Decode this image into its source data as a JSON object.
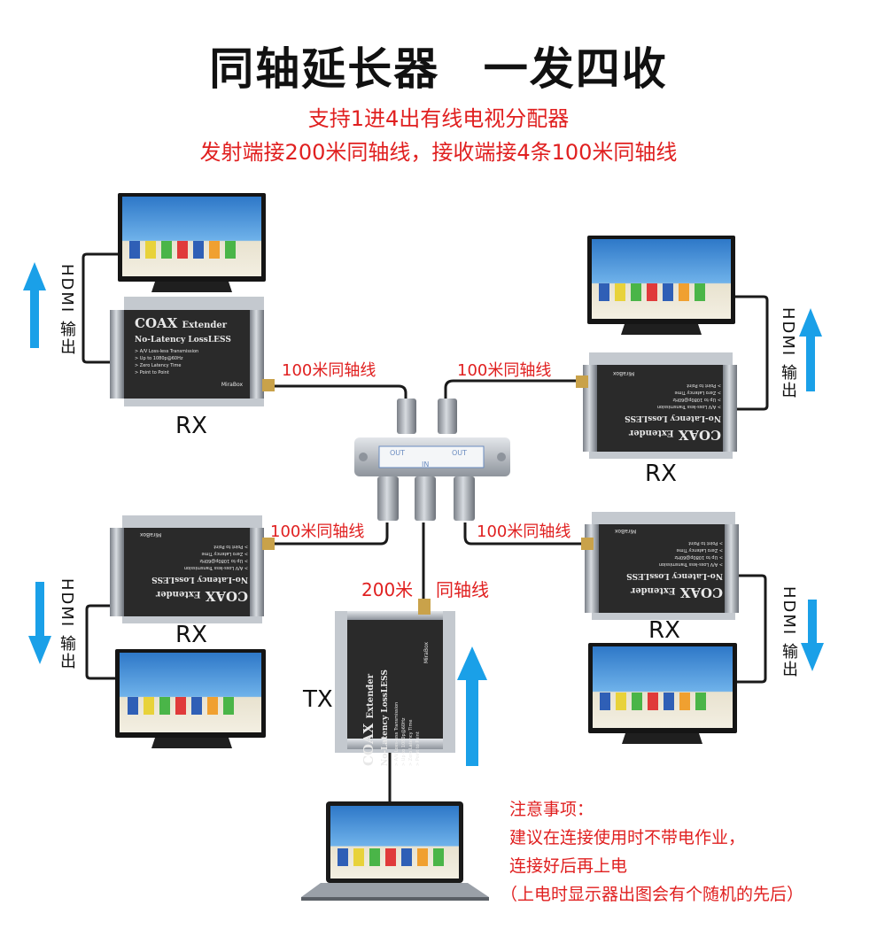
{
  "title": "同轴延长器   一发四收",
  "subtitle_1": "支持1进4出有线电视分配器",
  "subtitle_2": "发射端接200米同轴线，接收端接4条100米同轴线",
  "cable_100": "100米同轴线",
  "cable_200_a": "200米",
  "cable_200_b": "同轴线",
  "rx_label": "RX",
  "tx_label": "TX",
  "hdmi_out": "HDMI 输出",
  "device": {
    "brand": "COAX",
    "extender": "Extender",
    "model": "No-Latency LossLESS",
    "features": [
      "> A/V Loss-less Transmission",
      "> Up to 1080p@60Hz",
      "> Zero Latency Time",
      "> Point to Point"
    ],
    "maker": "MiraBox"
  },
  "splitter": {
    "out": "OUT",
    "in": "IN"
  },
  "notes": {
    "heading": "注意事项：",
    "line1": "建议在连接使用时不带电作业，",
    "line2": "连接好后再上电",
    "line3": "（上电时显示器出图会有个随机的先后）"
  },
  "colors": {
    "arrow": "#1aa0e8",
    "accent_red": "#e02020",
    "device": "#2a2a2a",
    "bracket": "#b8bec6"
  }
}
